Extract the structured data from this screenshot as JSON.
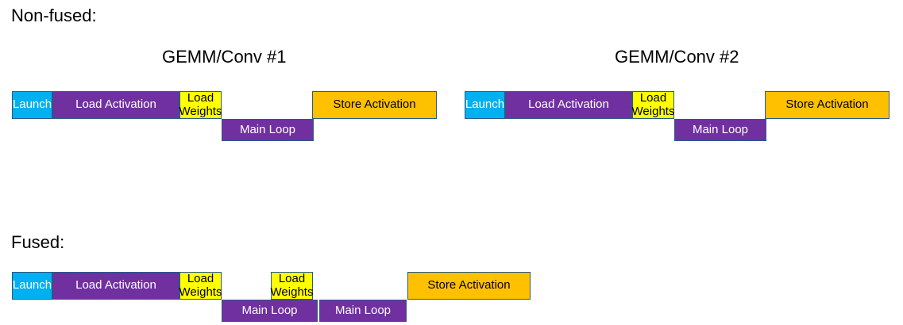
{
  "headings": {
    "non_fused": "Non-fused:",
    "fused": "Fused:"
  },
  "group_titles": {
    "gemm_conv_1": "GEMM/Conv #1",
    "gemm_conv_2": "GEMM/Conv #2"
  },
  "bar_labels": {
    "launch": "Launch",
    "load_activation": "Load Activation",
    "load_weights": "Load Weights",
    "main_loop": "Main Loop",
    "store_activation": "Store Activation"
  },
  "colors": {
    "launch_fill": "#00B0F0",
    "activation_fill": "#7030A0",
    "weights_fill": "#FFFF00",
    "store_fill": "#FFC000",
    "bar_border": "#2B5A87",
    "light_text": "#FFFFFF",
    "dark_text": "#000000",
    "title_text": "#000000",
    "background": "#FFFFFF"
  }
}
